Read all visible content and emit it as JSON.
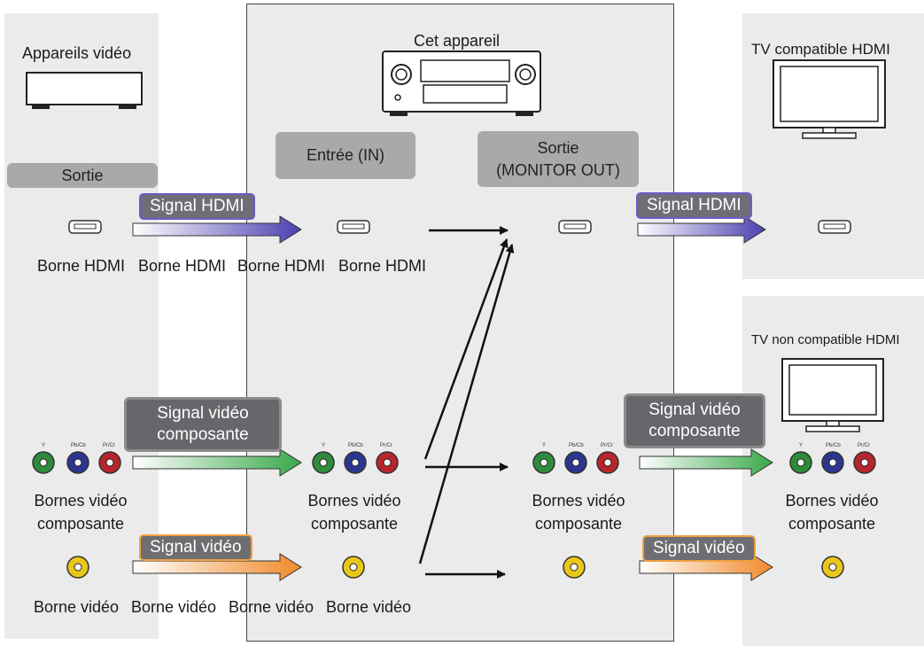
{
  "devices": {
    "video_devices": "Appareils vidéo",
    "this_unit": "Cet appareil",
    "tv_hdmi": "TV compatible HDMI",
    "tv_non_hdmi": "TV non compatible HDMI"
  },
  "boxes": {
    "sortie_left": "Sortie",
    "entree": "Entrée (IN)",
    "sortie_monitor_line1": "Sortie",
    "sortie_monitor_line2": "(MONITOR OUT)"
  },
  "signals": {
    "hdmi": "Signal HDMI",
    "component_line1": "Signal vidéo",
    "component_line2": "composante",
    "video": "Signal vidéo"
  },
  "terminals": {
    "hdmi": "Borne HDMI",
    "component_line1": "Bornes vidéo",
    "component_line2": "composante",
    "video": "Borne vidéo",
    "jack_y": "Y",
    "jack_pb": "Pb/Cb",
    "jack_pr": "Pr/Cr"
  },
  "colors": {
    "panel": "#ebebeb",
    "hdmi_arrow": "#4b3fb0",
    "component_arrow": "#3aa84a",
    "video_arrow": "#f08a2a",
    "jack_green": "#2e8b3a",
    "jack_blue": "#2c3590",
    "jack_red": "#b8252d",
    "jack_yellow": "#e8c81a"
  }
}
